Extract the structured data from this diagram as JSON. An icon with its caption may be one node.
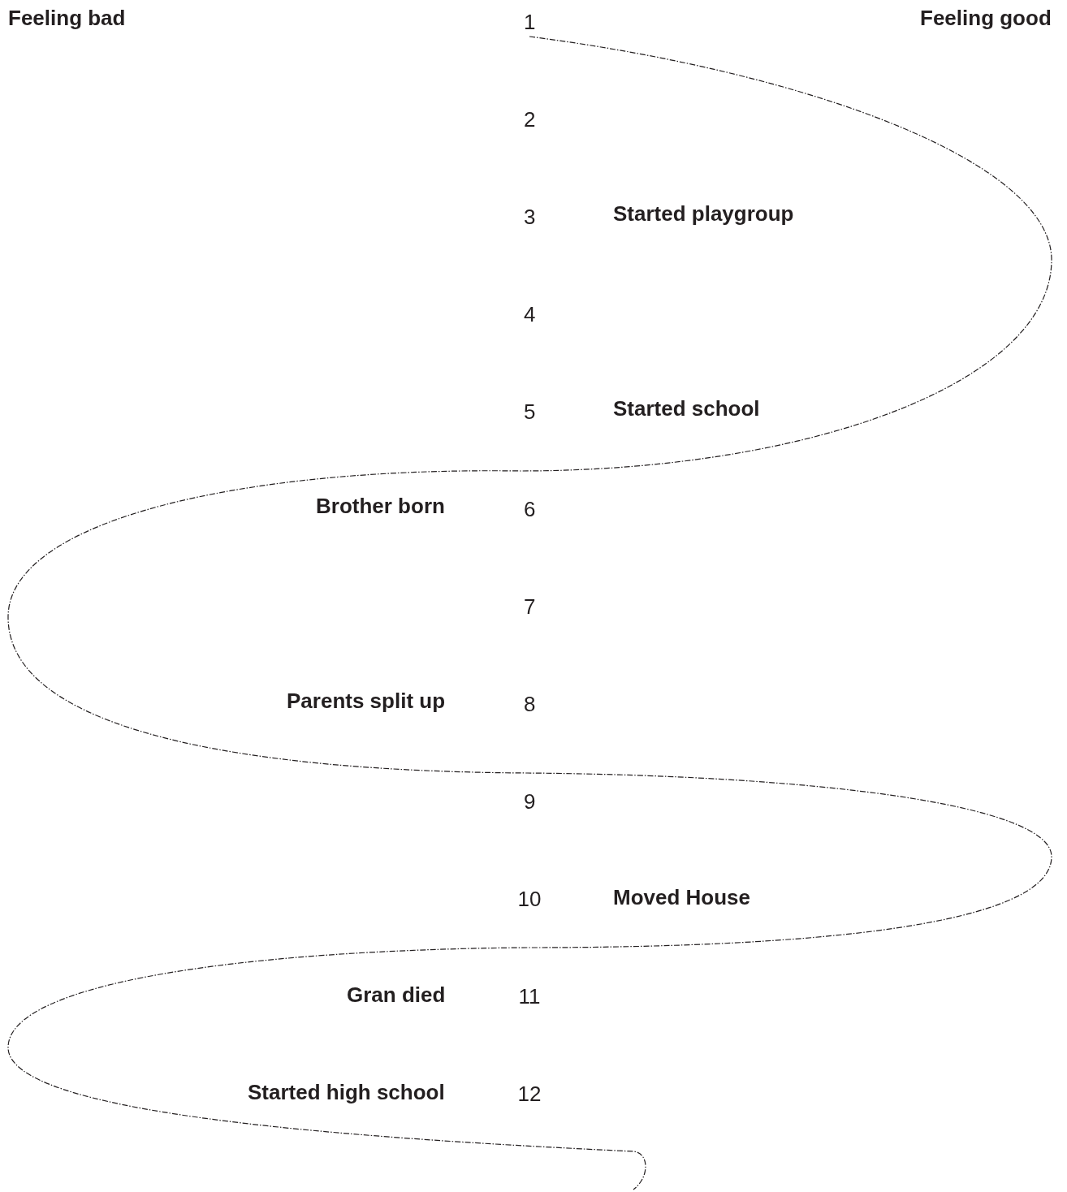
{
  "diagram": {
    "labels": [
      "Feeling bad",
      "1",
      "Feeling good",
      "2",
      "3",
      "Started playgroup",
      "4",
      "5",
      "Started school",
      "Brother born",
      "6",
      "7",
      "Parents split up",
      "8",
      "9",
      "10",
      "Moved House",
      "Gran died",
      "11",
      "Started high school",
      "12"
    ]
  }
}
